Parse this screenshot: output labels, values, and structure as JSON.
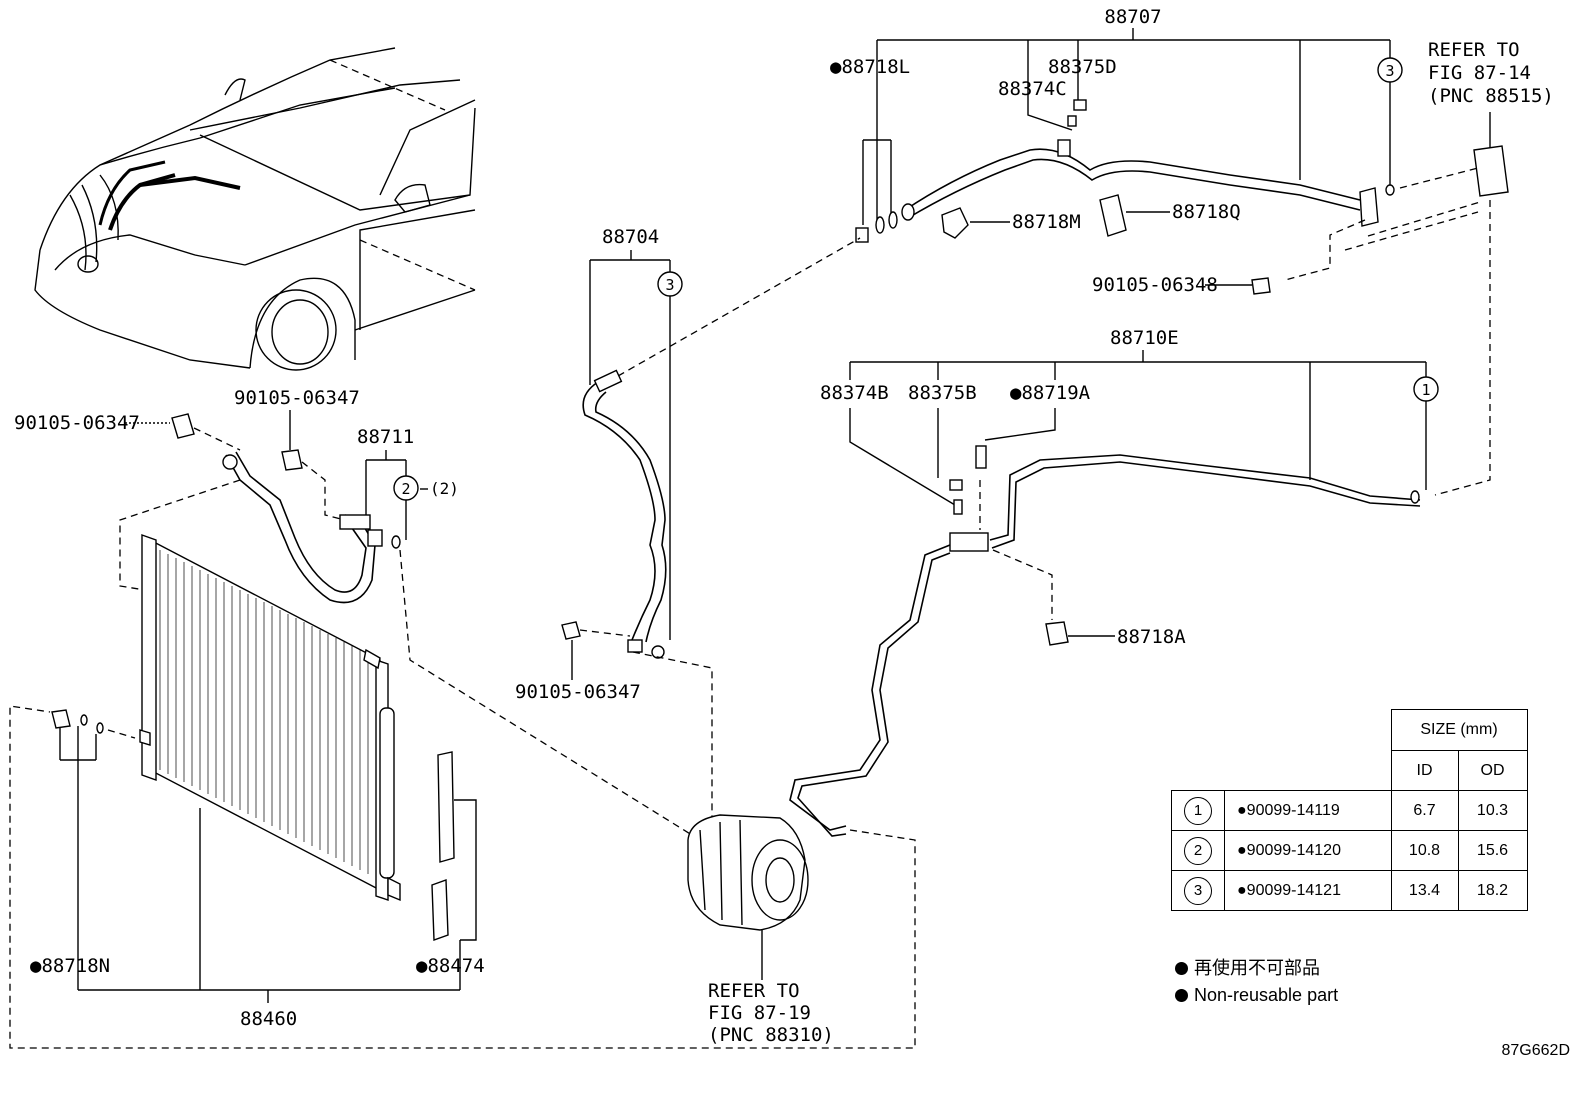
{
  "callouts": {
    "p88707": "88707",
    "p88718L": "●88718L",
    "p88375D": "88375D",
    "p88374C": "88374C",
    "p88718M": "88718M",
    "p88718Q": "88718Q",
    "p90105_06348": "90105-06348",
    "refer_87_14": [
      "REFER TO",
      "FIG 87-14",
      "(PNC 88515)"
    ],
    "p88704": "88704",
    "p88710E": "88710E",
    "p88374B": "88374B",
    "p88375B": "88375B",
    "p88719A": "●88719A",
    "p88718A": "88718A",
    "p90105_06347_a": "90105-06347",
    "p90105_06347_b": "90105-06347",
    "p90105_06347_c": "90105-06347",
    "p88711": "88711",
    "p88711_qty": "(2)",
    "p88718N": "●88718N",
    "p88474": "●88474",
    "p88460": "88460",
    "refer_87_19": [
      "REFER TO",
      "FIG 87-19",
      "(PNC 88310)"
    ]
  },
  "oring_symbols": {
    "one": "1",
    "two": "2",
    "three": "3"
  },
  "size_table": {
    "header": "SIZE (mm)",
    "col_id": "ID",
    "col_od": "OD",
    "rows": [
      {
        "key": "1",
        "part": "●90099-14119",
        "id": "6.7",
        "od": "10.3"
      },
      {
        "key": "2",
        "part": "●90099-14120",
        "id": "10.8",
        "od": "15.6"
      },
      {
        "key": "3",
        "part": "●90099-14121",
        "id": "13.4",
        "od": "18.2"
      }
    ]
  },
  "legend": {
    "jp": "再使用不可部品",
    "en": "Non-reusable part"
  },
  "figure_code": "87G662D"
}
